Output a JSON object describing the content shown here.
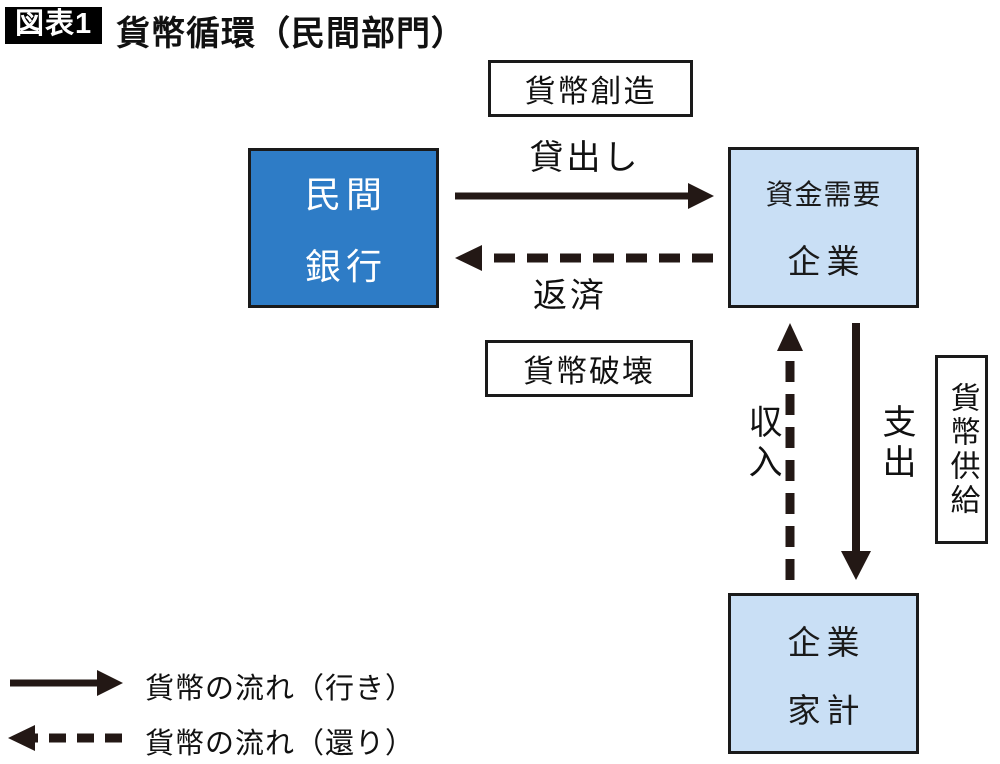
{
  "title": {
    "badge": "図表1",
    "text": "貨幣循環（民間部門）"
  },
  "nodes": {
    "bank": {
      "lines": [
        "民間",
        "銀行"
      ]
    },
    "company": {
      "subtitle": "資金需要",
      "title": "企業"
    },
    "household": {
      "lines": [
        "企業",
        "家計"
      ]
    }
  },
  "labels": {
    "money_creation": "貨幣創造",
    "lending": "貸出し",
    "repayment": "返済",
    "money_destruction": "貨幣破壊",
    "income": "収入",
    "expenditure": "支出",
    "money_supply": "貨幣供給"
  },
  "legend": [
    {
      "style": "solid-right-arrow",
      "label": "貨幣の流れ（行き）"
    },
    {
      "style": "dashed-left-arrow",
      "label": "貨幣の流れ（還り）"
    }
  ],
  "colors": {
    "arrow": "#231815",
    "bank_fill": "#2e7cc6",
    "light_fill": "#c9dff5",
    "badge_bg": "#000000",
    "border": "#1a1a1a"
  }
}
